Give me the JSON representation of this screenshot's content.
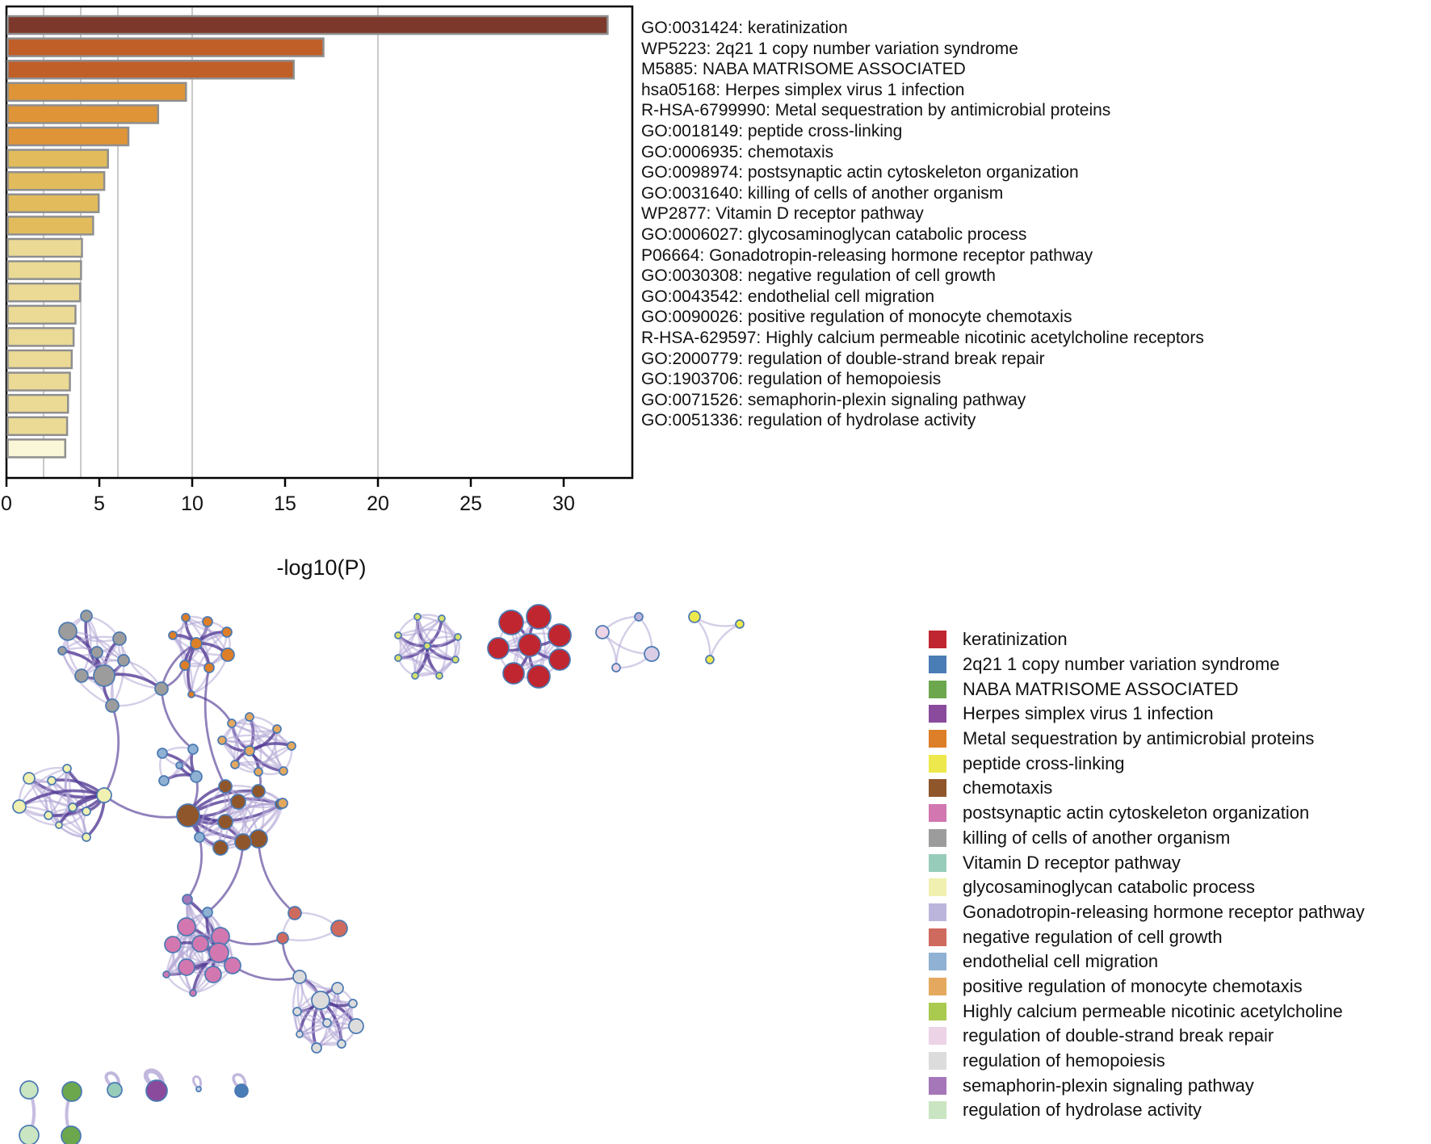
{
  "figure": {
    "type": "metascape-enrichment-figure",
    "background": "#ffffff",
    "edge_light_color": "#B3A6D6",
    "edge_dark_color": "#553D96",
    "node_border_color": "#4A79B2"
  },
  "chart_data": [
    {
      "type": "bar",
      "orientation": "horizontal",
      "title": "",
      "xlabel": "-log10(P)",
      "ylabel": "",
      "xlim": [
        0,
        33.7
      ],
      "xticks": [
        0,
        5,
        10,
        15,
        20,
        25,
        30
      ],
      "gridlines": [
        2,
        4,
        6,
        10,
        20
      ],
      "grid_color": "#C9C9C9",
      "bar_border_color": "#8F8F8F",
      "categories": [
        "GO:0031424: keratinization",
        "WP5223: 2q21 1 copy number variation syndrome",
        "M5885: NABA MATRISOME ASSOCIATED",
        "hsa05168: Herpes simplex virus 1 infection",
        "R-HSA-6799990: Metal sequestration by antimicrobial proteins",
        "GO:0018149: peptide cross-linking",
        "GO:0006935: chemotaxis",
        "GO:0098974: postsynaptic actin cytoskeleton organization",
        "GO:0031640: killing of cells of another organism",
        "WP2877: Vitamin D receptor pathway",
        "GO:0006027: glycosaminoglycan catabolic process",
        "P06664: Gonadotropin-releasing hormone receptor pathway",
        "GO:0030308: negative regulation of cell growth",
        "GO:0043542: endothelial cell migration",
        "GO:0090026: positive regulation of monocyte chemotaxis",
        "R-HSA-629597: Highly calcium permeable nicotinic acetylcholine receptors",
        "GO:2000779: regulation of double-strand break repair",
        "GO:1903706: regulation of hemopoiesis",
        "GO:0071526: semaphorin-plexin signaling pathway",
        "GO:0051336: regulation of hydrolase activity"
      ],
      "values": [
        32.3,
        17.0,
        15.4,
        9.6,
        8.1,
        6.5,
        5.4,
        5.2,
        4.9,
        4.6,
        4.0,
        3.95,
        3.9,
        3.65,
        3.55,
        3.45,
        3.35,
        3.25,
        3.2,
        3.1
      ],
      "bar_colors": [
        "#7C392B",
        "#C05F28",
        "#C05F28",
        "#DE9437",
        "#DE9437",
        "#DE9437",
        "#E2BC5C",
        "#E2BC5C",
        "#E2BC5C",
        "#E2BC5C",
        "#EBDA95",
        "#EBDA95",
        "#EBDA95",
        "#EBDA95",
        "#EBDA95",
        "#EBDA95",
        "#EBDA95",
        "#EBDA95",
        "#EBDA95",
        "#FAF7D8"
      ]
    },
    {
      "type": "scatter",
      "description": "Enrichment network: nodes colored by cluster, purple edges between similar terms",
      "legend_position": "right",
      "legend": [
        {
          "label": "keratinization",
          "color": "#C02630"
        },
        {
          "label": "2q21 1 copy number variation syndrome",
          "color": "#4A7CB5"
        },
        {
          "label": "NABA MATRISOME ASSOCIATED",
          "color": "#6CA74D"
        },
        {
          "label": "Herpes simplex virus 1 infection",
          "color": "#8A4B9D"
        },
        {
          "label": "Metal sequestration by antimicrobial proteins",
          "color": "#DD7E28"
        },
        {
          "label": "peptide cross-linking",
          "color": "#EDE84B"
        },
        {
          "label": "chemotaxis",
          "color": "#90562B"
        },
        {
          "label": "postsynaptic actin cytoskeleton organization",
          "color": "#D277AF"
        },
        {
          "label": "killing of cells of another organism",
          "color": "#9C9C9C"
        },
        {
          "label": "Vitamin D receptor pathway",
          "color": "#98CCBA"
        },
        {
          "label": "glycosaminoglycan catabolic process",
          "color": "#F0F0B0"
        },
        {
          "label": "Gonadotropin-releasing hormone receptor pathway",
          "color": "#BCB5DB"
        },
        {
          "label": "negative regulation of cell growth",
          "color": "#CF6A5E"
        },
        {
          "label": "endothelial cell migration",
          "color": "#8FB1D3"
        },
        {
          "label": "positive regulation of monocyte chemotaxis",
          "color": "#E4A95F"
        },
        {
          "label": "Highly calcium permeable nicotinic acetylcholine",
          "color": "#A9C94F"
        },
        {
          "label": "regulation of double-strand break repair",
          "color": "#ECD3E5"
        },
        {
          "label": "regulation of hemopoiesis",
          "color": "#DCDCDC"
        },
        {
          "label": "semaphorin-plexin signaling pathway",
          "color": "#A577B9"
        },
        {
          "label": "regulation of hydrolase activity",
          "color": "#C9E5C1"
        }
      ],
      "clusters": [
        {
          "name": "killing-of-cells-cluster",
          "color": "#9C9C9C",
          "style": "web",
          "hub": 7,
          "link": 95,
          "nodes": [
            [
              107,
              763,
              7
            ],
            [
              84,
              782,
              11
            ],
            [
              148,
              791,
              8
            ],
            [
              77,
              806,
              5
            ],
            [
              120,
              808,
              7
            ],
            [
              153,
              818,
              7
            ],
            [
              101,
              837,
              8
            ],
            [
              129,
              837,
              13
            ],
            [
              139,
              874,
              8
            ],
            [
              200,
              853,
              8
            ]
          ]
        },
        {
          "name": "metal-sequestration-cluster",
          "color": "#DD7E28",
          "style": "web",
          "hub": 4,
          "link": 90,
          "nodes": [
            [
              230,
              765,
              5
            ],
            [
              257,
              770,
              6
            ],
            [
              281,
              783,
              6
            ],
            [
              214,
              787,
              5
            ],
            [
              243,
              797,
              7
            ],
            [
              282,
              811,
              8
            ],
            [
              229,
              824,
              6
            ],
            [
              259,
              827,
              6
            ],
            [
              237,
              860,
              4
            ]
          ]
        },
        {
          "name": "monocyte-chemotaxis-cluster",
          "color": "#E4A95F",
          "style": "web",
          "hub": 5,
          "link": 95,
          "nodes": [
            [
              287,
              896,
              5
            ],
            [
              309,
              888,
              5
            ],
            [
              275,
              917,
              5
            ],
            [
              343,
              903,
              5
            ],
            [
              361,
              924,
              5
            ],
            [
              309,
              930,
              6
            ],
            [
              291,
              947,
              5
            ],
            [
              320,
              956,
              5
            ],
            [
              351,
              955,
              5
            ]
          ]
        },
        {
          "name": "endothelial-migration-cluster",
          "color": "#8FB1D3",
          "style": "web",
          "hub": 3,
          "link": 70,
          "nodes": [
            [
              201,
              933,
              6
            ],
            [
              239,
              928,
              6
            ],
            [
              203,
              967,
              6
            ],
            [
              243,
              962,
              7
            ],
            [
              222,
              948,
              4
            ]
          ]
        },
        {
          "name": "glycosaminoglycan-cluster",
          "color": "#F0F0B0",
          "style": "web",
          "hub": 7,
          "link": 120,
          "nodes": [
            [
              36,
              964,
              7
            ],
            [
              64,
              967,
              5
            ],
            [
              83,
              952,
              5
            ],
            [
              24,
              999,
              8
            ],
            [
              60,
              1010,
              5
            ],
            [
              90,
              1000,
              5
            ],
            [
              107,
              1005,
              5
            ],
            [
              129,
              985,
              9
            ],
            [
              73,
              1022,
              4
            ],
            [
              107,
              1037,
              5
            ]
          ]
        },
        {
          "name": "chemotaxis-cluster",
          "color": "#90562B",
          "style": "web",
          "hub": 0,
          "link": 130,
          "nodes": [
            [
              233,
              1010,
              14
            ],
            [
              279,
              974,
              8
            ],
            [
              295,
              993,
              9
            ],
            [
              320,
              980,
              8
            ],
            [
              279,
              1018,
              9
            ],
            [
              347,
              996,
              6
            ],
            [
              320,
              1039,
              11
            ],
            [
              301,
              1043,
              10
            ],
            [
              273,
              1050,
              9
            ],
            [
              247,
              1037,
              6,
              "#8FB1D3"
            ],
            [
              350,
              995,
              6,
              "#E4A95F"
            ]
          ]
        },
        {
          "name": "postsynaptic-actin-cluster",
          "color": "#D277AF",
          "style": "web",
          "hub": 6,
          "link": 110,
          "nodes": [
            [
              232,
              1114,
              6,
              "#A577B9"
            ],
            [
              257,
              1130,
              6,
              "#8FB1D3"
            ],
            [
              231,
              1148,
              11
            ],
            [
              273,
              1160,
              11
            ],
            [
              214,
              1170,
              10
            ],
            [
              248,
              1169,
              10
            ],
            [
              271,
              1180,
              12
            ],
            [
              288,
              1196,
              10
            ],
            [
              231,
              1198,
              10
            ],
            [
              264,
              1207,
              10
            ],
            [
              206,
              1207,
              4
            ],
            [
              239,
              1230,
              4
            ]
          ]
        },
        {
          "name": "negative-cell-growth-cluster",
          "color": "#CF6A5E",
          "style": "web",
          "hub": -1,
          "link": 95,
          "nodes": [
            [
              365,
              1131,
              8
            ],
            [
              420,
              1150,
              10
            ],
            [
              350,
              1162,
              7
            ]
          ]
        },
        {
          "name": "hemopoiesis-cluster",
          "color": "#DCDCDC",
          "style": "web",
          "hub": 2,
          "link": 100,
          "nodes": [
            [
              371,
              1210,
              8
            ],
            [
              418,
              1224,
              7
            ],
            [
              397,
              1239,
              11
            ],
            [
              437,
              1243,
              5
            ],
            [
              368,
              1253,
              5
            ],
            [
              405,
              1267,
              5
            ],
            [
              441,
              1271,
              9
            ],
            [
              371,
              1281,
              4
            ],
            [
              423,
              1293,
              5
            ],
            [
              392,
              1298,
              6
            ]
          ]
        },
        {
          "name": "yellow-green-star-cluster",
          "color": "#D8E06C",
          "style": "web",
          "hub": 4,
          "link": 95,
          "nodes": [
            [
              517,
              764,
              4
            ],
            [
              547,
              766,
              4
            ],
            [
              493,
              787,
              4
            ],
            [
              567,
              789,
              4
            ],
            [
              529,
              800,
              4
            ],
            [
              493,
              815,
              4
            ],
            [
              564,
              817,
              4
            ],
            [
              514,
              837,
              4
            ],
            [
              544,
              837,
              4
            ]
          ]
        },
        {
          "name": "keratinization-cluster",
          "color": "#C02630",
          "style": "web",
          "hub": 4,
          "link": 95,
          "nodes": [
            [
              633,
              771,
              15
            ],
            [
              667,
              764,
              15
            ],
            [
              693,
              787,
              14
            ],
            [
              617,
              803,
              13
            ],
            [
              656,
              799,
              14
            ],
            [
              693,
              817,
              13
            ],
            [
              636,
              834,
              13
            ],
            [
              667,
              838,
              14
            ]
          ]
        },
        {
          "name": "lavender-quad-cluster",
          "color": "#BCB5DB",
          "style": "web",
          "hub": -1,
          "link": 110,
          "nodes": [
            [
              746,
              783,
              8,
              "#ECD3E5"
            ],
            [
              791,
              764,
              5,
              "#BCB5DB"
            ],
            [
              807,
              810,
              9,
              "#D9CEE6"
            ],
            [
              763,
              827,
              5,
              "#ECD3E5"
            ]
          ]
        },
        {
          "name": "yellow-triangle-cluster",
          "color": "#EDE84B",
          "style": "web",
          "hub": -1,
          "link": 110,
          "nodes": [
            [
              860,
              764,
              7
            ],
            [
              916,
              773,
              5
            ],
            [
              879,
              817,
              5
            ]
          ]
        },
        {
          "name": "hydrolase-activity-pair",
          "color": "#C9E5C1",
          "style": "pair",
          "nodes": [
            [
              36,
              1350,
              11
            ],
            [
              36,
              1406,
              12
            ]
          ]
        },
        {
          "name": "naba-matrisome-pair",
          "color": "#6CA74D",
          "style": "pair",
          "nodes": [
            [
              89,
              1352,
              12
            ],
            [
              88,
              1407,
              12
            ]
          ]
        },
        {
          "name": "vitamin-d-singleton",
          "color": "#98CCBA",
          "style": "loop",
          "nodes": [
            [
              142,
              1350,
              9
            ]
          ]
        },
        {
          "name": "herpes-singleton",
          "color": "#8A4B9D",
          "style": "loop",
          "nodes": [
            [
              194,
              1351,
              13
            ]
          ]
        },
        {
          "name": "small-singleton",
          "color": "#C3D2E8",
          "style": "loop",
          "nodes": [
            [
              246,
              1349,
              3
            ]
          ]
        },
        {
          "name": "blue-singleton",
          "color": "#4A7CB5",
          "style": "loop",
          "nodes": [
            [
              299,
              1351,
              8
            ]
          ]
        }
      ],
      "inter_edges": [
        [
          0,
          8,
          4,
          7
        ],
        [
          4,
          7,
          5,
          0
        ],
        [
          0,
          9,
          3,
          1
        ],
        [
          0,
          9,
          1,
          6
        ],
        [
          0,
          9,
          1,
          4
        ],
        [
          1,
          8,
          2,
          0
        ],
        [
          1,
          7,
          5,
          1
        ],
        [
          2,
          7,
          5,
          3
        ],
        [
          3,
          3,
          5,
          0
        ],
        [
          5,
          7,
          6,
          1
        ],
        [
          5,
          6,
          7,
          0
        ],
        [
          6,
          3,
          7,
          2
        ],
        [
          7,
          2,
          8,
          0
        ],
        [
          6,
          7,
          8,
          0
        ],
        [
          5,
          9,
          6,
          0
        ]
      ]
    }
  ]
}
